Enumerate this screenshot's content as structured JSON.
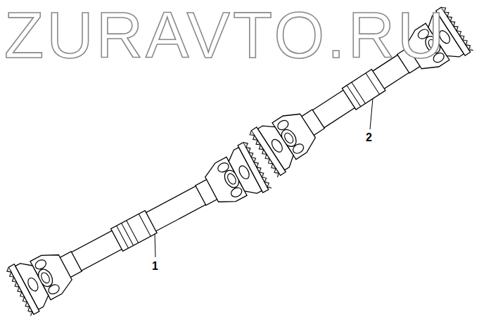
{
  "diagram": {
    "labels": [
      "ZURAVTO.RU",
      "1",
      "2"
    ]
  }
}
